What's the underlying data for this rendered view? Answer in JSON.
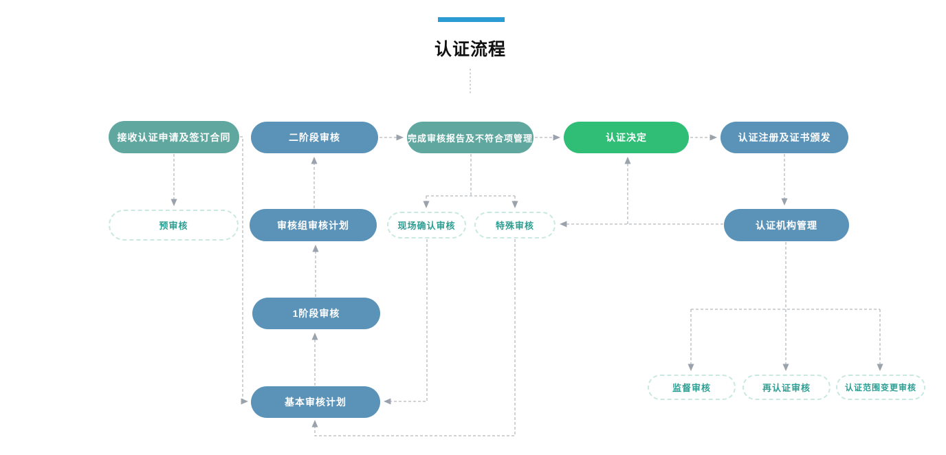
{
  "title": "认证流程",
  "colors": {
    "accent_bar": "#2b9bd3",
    "node_teal": "#5fa79f",
    "node_blue": "#5b93b8",
    "node_green": "#30be77",
    "dashed_node_border": "#c9e8e2",
    "dashed_node_text": "#2e9e92",
    "connector_line": "#b3b9be",
    "arrowhead": "#9aa3ab",
    "title_text": "#111111"
  },
  "nodes": {
    "receive": {
      "label": "接收认证申请及签订合同",
      "type": "teal"
    },
    "stage2": {
      "label": "二阶段审核",
      "type": "blue"
    },
    "report": {
      "label": "完成审核报告及不符合项管理",
      "type": "teal"
    },
    "decision": {
      "label": "认证决定",
      "type": "green"
    },
    "register": {
      "label": "认证注册及证书颁发",
      "type": "blue"
    },
    "preaudit": {
      "label": "预审核",
      "type": "dashed"
    },
    "teamplan": {
      "label": "审核组审核计划",
      "type": "blue"
    },
    "onsite": {
      "label": "现场确认审核",
      "type": "dashed"
    },
    "special": {
      "label": "特殊审核",
      "type": "dashed"
    },
    "orgmgmt": {
      "label": "认证机构管理",
      "type": "blue"
    },
    "stage1": {
      "label": "1阶段审核",
      "type": "blue"
    },
    "baseplan": {
      "label": "基本审核计划",
      "type": "blue"
    },
    "supervision": {
      "label": "监督审核",
      "type": "dashed"
    },
    "recert": {
      "label": "再认证审核",
      "type": "dashed"
    },
    "scopechange": {
      "label": "认证范围变更审核",
      "type": "dashed"
    }
  },
  "edges": [
    {
      "from": "receive",
      "to": "baseplan",
      "style": "dashed-arrow"
    },
    {
      "from": "baseplan",
      "to": "stage1",
      "style": "dashed-arrow"
    },
    {
      "from": "stage1",
      "to": "teamplan",
      "style": "dashed-arrow"
    },
    {
      "from": "teamplan",
      "to": "stage2",
      "style": "dashed-arrow"
    },
    {
      "from": "stage2",
      "to": "report",
      "style": "dashed-arrow"
    },
    {
      "from": "report",
      "to": "decision",
      "style": "dashed-arrow"
    },
    {
      "from": "decision",
      "to": "register",
      "style": "dashed-arrow"
    },
    {
      "from": "receive",
      "to": "preaudit",
      "style": "dashed-arrow"
    },
    {
      "from": "report",
      "to": "onsite",
      "style": "dashed-arrow"
    },
    {
      "from": "report",
      "to": "special",
      "style": "dashed-arrow"
    },
    {
      "from": "register",
      "to": "orgmgmt",
      "style": "dashed-arrow"
    },
    {
      "from": "orgmgmt",
      "to": "special",
      "style": "dashed-arrow"
    },
    {
      "from": "orgmgmt",
      "to": "decision",
      "style": "dashed-arrow"
    },
    {
      "from": "orgmgmt",
      "to": "supervision",
      "style": "dashed-arrow"
    },
    {
      "from": "orgmgmt",
      "to": "recert",
      "style": "dashed-arrow"
    },
    {
      "from": "orgmgmt",
      "to": "scopechange",
      "style": "dashed-arrow"
    },
    {
      "from": "onsite",
      "to": "baseplan",
      "style": "dashed-arrow"
    },
    {
      "from": "special",
      "to": "baseplan",
      "style": "dashed-arrow"
    }
  ]
}
